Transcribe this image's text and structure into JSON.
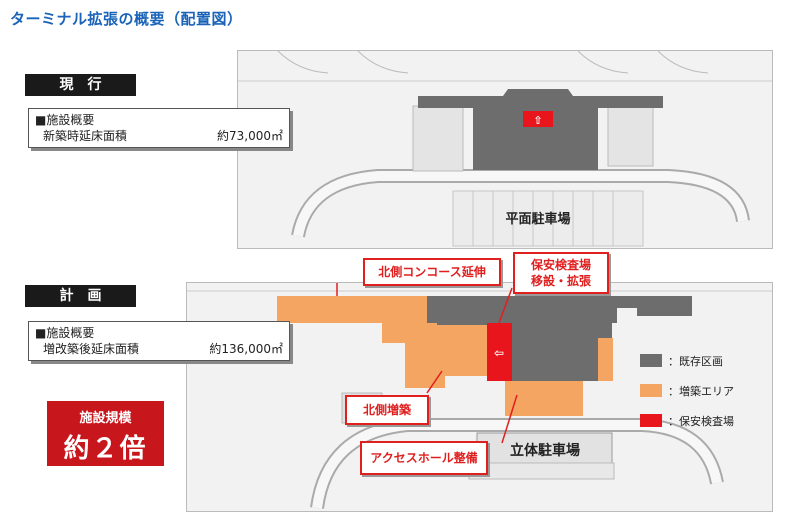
{
  "title": "ターミナル拡張の概要（配置図）",
  "current": {
    "label": "現行",
    "info_head": "■施設概要",
    "info_key": "新築時延床面積",
    "info_value": "約73,000㎡",
    "parking": "平面駐車場"
  },
  "plan": {
    "label": "計画",
    "info_head": "■施設概要",
    "info_key": "増改築後延床面積",
    "info_value": "約136,000㎡",
    "parking": "立体駐車場",
    "arrow_glyph": "⇦"
  },
  "current_arrow_glyph": "⇧",
  "scale": {
    "line1": "施設規模",
    "line2": "約２倍"
  },
  "callouts": {
    "north_concourse": "北側コンコース延伸",
    "security_line1": "保安検査場",
    "security_line2": "移設・拡張",
    "north_extension": "北側増築",
    "access_hall": "アクセスホール整備"
  },
  "legend": [
    {
      "label": "：既存区画",
      "color": "#6d6d6d"
    },
    {
      "label": "：増築エリア",
      "color": "#f4a562"
    },
    {
      "label": "：保安検査場",
      "color": "#e8161c"
    }
  ],
  "colors": {
    "existing": "#6d6d6d",
    "extension": "#f4a562",
    "security": "#e8161c",
    "accent_red": "#e01f1f"
  }
}
